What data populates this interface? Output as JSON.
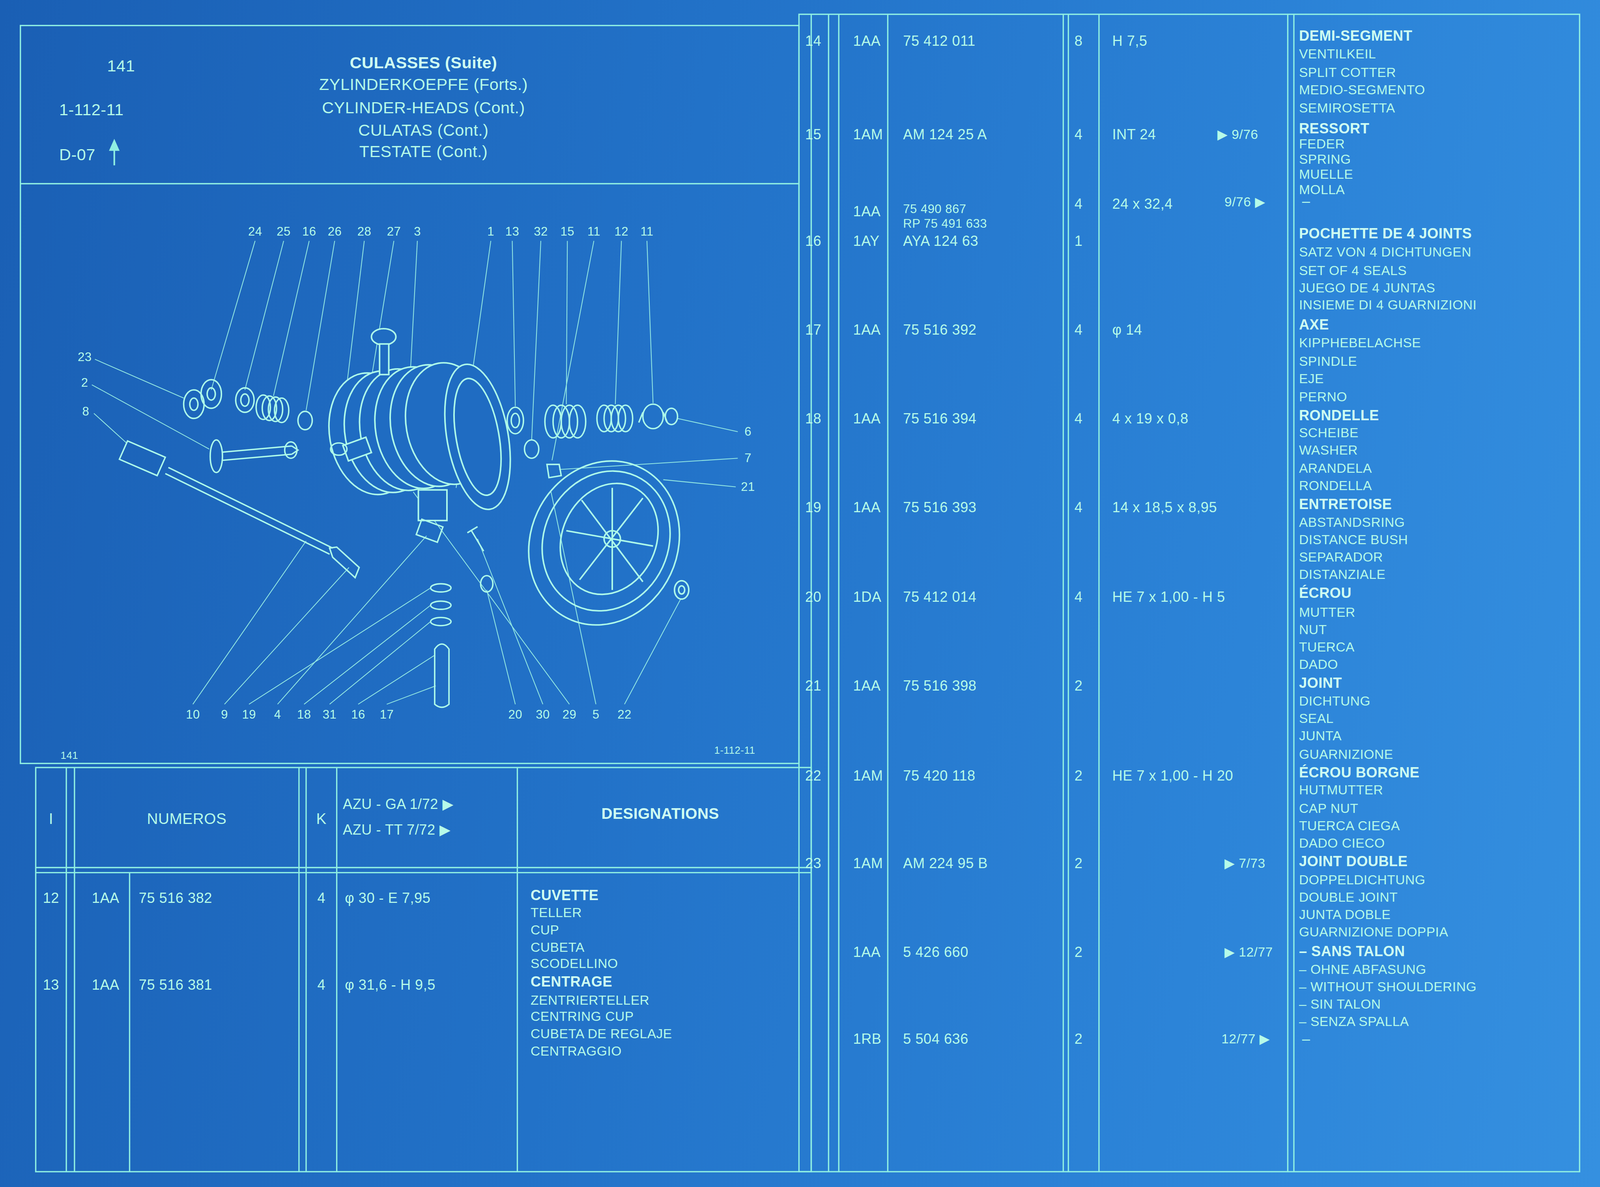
{
  "diagram": {
    "title": "CULASSES (Suite)",
    "labels": [
      "141",
      "1-112-11",
      "D-07",
      "ZYLINDERKOEPFE (Forts.)",
      "CYLINDER-HEADS (Cont.)",
      "CULATAS (Cont.)",
      "TESTATE (Cont.)",
      "24",
      "25",
      "16",
      "26",
      "28",
      "27",
      "3",
      "1",
      "13",
      "32",
      "15",
      "11",
      "12",
      "11",
      "23",
      "2",
      "8",
      "6",
      "7",
      "21",
      "10",
      "9",
      "19",
      "4",
      "18",
      "31",
      "16",
      "17",
      "20",
      "30",
      "29",
      "5",
      "22",
      "141",
      "1-112-11",
      "I",
      "NUMEROS",
      "K",
      "AZU - GA 1/72 ▶",
      "AZU - TT 7/72 ▶",
      "DESIGNATIONS",
      "12",
      "1AA",
      "75 516 382",
      "4",
      "φ 30 - E 7,95",
      "CUVETTE",
      "TELLER",
      "CUP",
      "CUBETA",
      "SCODELLINO",
      "13",
      "1AA",
      "75 516 381",
      "4",
      "φ 31,6 - H 9,5",
      "CENTRAGE",
      "ZENTRIERTELLER",
      "CENTRING CUP",
      "CUBETA DE REGLAJE",
      "CENTRAGGIO",
      "14",
      "1AA",
      "75 412 011",
      "8",
      "H 7,5",
      "DEMI-SEGMENT",
      "VENTILKEIL",
      "SPLIT COTTER",
      "MEDIO-SEGMENTO",
      "SEMIROSETTA",
      "15",
      "1AM",
      "AM 124 25 A",
      "4",
      "INT 24",
      "▶ 9/76",
      "RESSORT",
      "FEDER",
      "SPRING",
      "MUELLE",
      "MOLLA",
      "1AA",
      "75 490 867",
      "RP 75 491 633",
      "4",
      "24 x 32,4",
      "9/76 ▶",
      "–",
      "16",
      "1AY",
      "AYA 124 63",
      "1",
      "POCHETTE DE 4 JOINTS",
      "SATZ VON 4 DICHTUNGEN",
      "SET OF 4 SEALS",
      "JUEGO DE 4 JUNTAS",
      "INSIEME DI 4 GUARNIZIONI",
      "17",
      "1AA",
      "75 516 392",
      "4",
      "φ 14",
      "AXE",
      "KIPPHEBELACHSE",
      "SPINDLE",
      "EJE",
      "PERNO",
      "18",
      "1AA",
      "75 516 394",
      "4",
      "4 x 19 x 0,8",
      "RONDELLE",
      "SCHEIBE",
      "WASHER",
      "ARANDELA",
      "RONDELLA",
      "19",
      "1AA",
      "75 516 393",
      "4",
      "14 x 18,5 x 8,95",
      "ENTRETOISE",
      "ABSTANDSRING",
      "DISTANCE BUSH",
      "SEPARADOR",
      "DISTANZIALE",
      "20",
      "1DA",
      "75 412 014",
      "4",
      "HE 7 x 1,00 - H 5",
      "ÉCROU",
      "MUTTER",
      "NUT",
      "TUERCA",
      "DADO",
      "21",
      "1AA",
      "75 516 398",
      "2",
      "JOINT",
      "DICHTUNG",
      "SEAL",
      "JUNTA",
      "GUARNIZIONE",
      "22",
      "1AM",
      "75 420 118",
      "2",
      "HE 7 x 1,00 - H 20",
      "ÉCROU BORGNE",
      "HUTMUTTER",
      "CAP NUT",
      "TUERCA CIEGA",
      "DADO CIECO",
      "23",
      "1AM",
      "AM 224 95 B",
      "2",
      "▶ 7/73",
      "JOINT DOUBLE",
      "DOPPELDICHTUNG",
      "DOUBLE JOINT",
      "JUNTA DOBLE",
      "GUARNIZIONE DOPPIA",
      "1AA",
      "5 426 660",
      "2",
      "▶ 12/77",
      "– SANS TALON",
      "– OHNE ABFASUNG",
      "– WITHOUT SHOULDERING",
      "– SIN TALON",
      "– SENZA SPALLA",
      "1RB",
      "5 504 636",
      "2",
      "12/77 ▶",
      "–"
    ]
  }
}
